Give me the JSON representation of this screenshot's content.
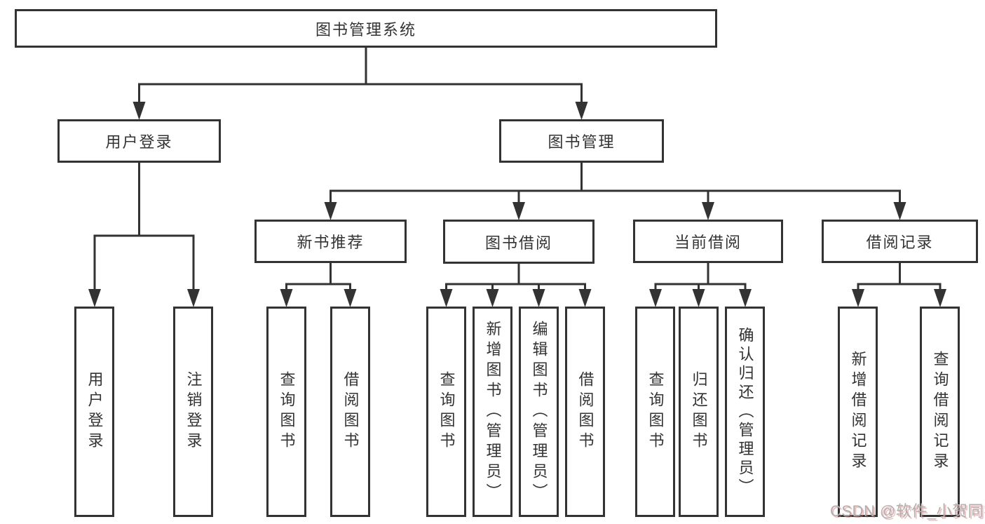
{
  "nodes": {
    "root": {
      "label": "图书管理系统"
    },
    "user_login": {
      "label": "用户登录",
      "children": [
        {
          "label": "用户登录"
        },
        {
          "label": "注销登录"
        }
      ]
    },
    "book_mgmt": {
      "label": "图书管理"
    },
    "new_book_rec": {
      "label": "新书推荐",
      "children": [
        {
          "label": "查询图书"
        },
        {
          "label": "借阅图书"
        }
      ]
    },
    "book_borrow": {
      "label": "图书借阅",
      "children": [
        {
          "label": "查询图书"
        },
        {
          "label": "新增图书（管理员）"
        },
        {
          "label": "编辑图书（管理员）"
        },
        {
          "label": "借阅图书"
        }
      ]
    },
    "current_borrow": {
      "label": "当前借阅",
      "children": [
        {
          "label": "查询图书"
        },
        {
          "label": "归还图书"
        },
        {
          "label": "确认归还（管理员）"
        }
      ]
    },
    "borrow_records": {
      "label": "借阅记录",
      "children": [
        {
          "label": "新增借阅记录"
        },
        {
          "label": "查询借阅记录"
        }
      ]
    }
  },
  "watermark": {
    "text": "CSDN @软件_小贺同学"
  },
  "colors": {
    "line": "#333333",
    "box_border": "#333333",
    "text": "#333333",
    "background": "#ffffff",
    "watermark_gray": "#b0b0b0",
    "watermark_red": "#de6e6e"
  }
}
